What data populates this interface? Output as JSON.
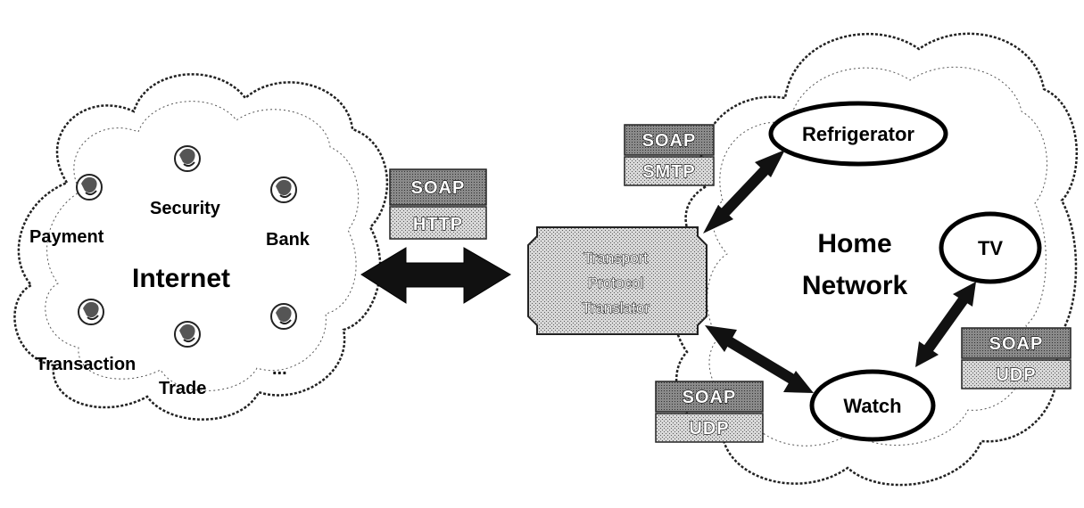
{
  "internet_cloud": {
    "title": "Internet",
    "services": [
      "Payment",
      "Security",
      "Bank",
      "Transaction",
      "Trade",
      "..."
    ]
  },
  "internet_link": {
    "protocols": [
      "SOAP",
      "HTTP"
    ]
  },
  "translator": {
    "lines": [
      "Transport",
      "Protocol",
      "Translator"
    ]
  },
  "home_cloud": {
    "title_line1": "Home",
    "title_line2": "Network",
    "devices": [
      "Refrigerator",
      "TV",
      "Watch"
    ]
  },
  "refrigerator_link": {
    "protocols": [
      "SOAP",
      "SMTP"
    ]
  },
  "watch_link": {
    "protocols": [
      "SOAP",
      "UDP"
    ]
  },
  "tv_link": {
    "protocols": [
      "SOAP",
      "UDP"
    ]
  },
  "colors": {
    "soap": "#7a7a7a",
    "transport": "#bdbdbd",
    "translator": "#c8c8c8",
    "arrow": "#111111"
  }
}
